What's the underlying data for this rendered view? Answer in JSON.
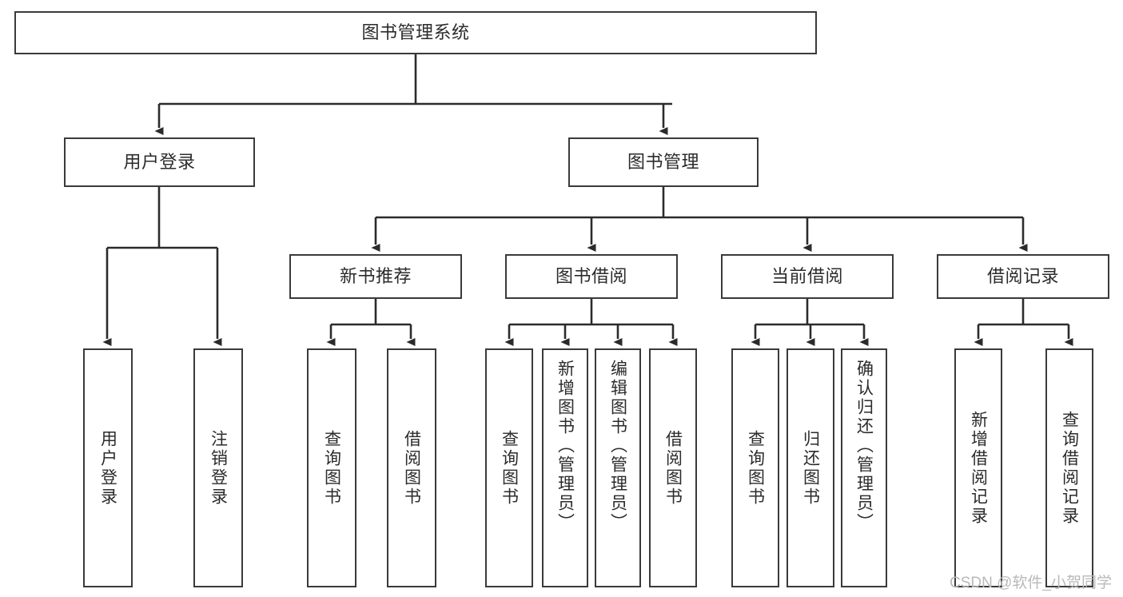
{
  "diagram": {
    "title_node": {
      "label": "图书管理系统"
    },
    "level2": [
      {
        "id": "user-login",
        "label": "用户登录"
      },
      {
        "id": "book-manage",
        "label": "图书管理"
      }
    ],
    "level3": [
      {
        "id": "new-book-recommend",
        "label": "新书推荐"
      },
      {
        "id": "book-borrow",
        "label": "图书借阅"
      },
      {
        "id": "current-borrow",
        "label": "当前借阅"
      },
      {
        "id": "borrow-record",
        "label": "借阅记录"
      }
    ],
    "leaves": {
      "user_login": [
        {
          "id": "leaf-user-login",
          "label": "用户登录"
        },
        {
          "id": "leaf-logout-login",
          "label": "注销登录"
        }
      ],
      "new_book_recommend": [
        {
          "id": "leaf-query-book-1",
          "label": "查询图书"
        },
        {
          "id": "leaf-borrow-book-1",
          "label": "借阅图书"
        }
      ],
      "book_borrow": [
        {
          "id": "leaf-query-book-2",
          "label": "查询图书"
        },
        {
          "id": "leaf-add-book",
          "label": "新增图书（管理员）"
        },
        {
          "id": "leaf-edit-book",
          "label": "编辑图书（管理员）"
        },
        {
          "id": "leaf-borrow-book-2",
          "label": "借阅图书"
        }
      ],
      "current_borrow": [
        {
          "id": "leaf-query-book-3",
          "label": "查询图书"
        },
        {
          "id": "leaf-return-book",
          "label": "归还图书"
        },
        {
          "id": "leaf-confirm-return",
          "label": "确认归还（管理员）"
        }
      ],
      "borrow_record": [
        {
          "id": "leaf-add-record",
          "label": "新增借阅记录"
        },
        {
          "id": "leaf-query-record",
          "label": "查询借阅记录"
        }
      ]
    }
  },
  "watermark": {
    "text": "CSDN @软件_小贺同学"
  },
  "colors": {
    "box_border": "#3a3a3a",
    "box_fill": "#ffffff",
    "text": "#2b2b2b",
    "edge": "#2b2b2b",
    "watermark": "#b9b9b9",
    "page_background": "#ffffff"
  }
}
